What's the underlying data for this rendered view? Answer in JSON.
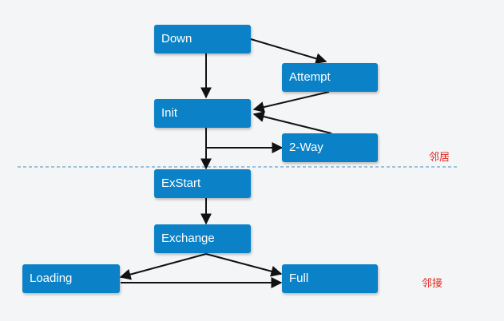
{
  "states": {
    "down": "Down",
    "attempt": "Attempt",
    "init": "Init",
    "two_way": "2-Way",
    "exstart": "ExStart",
    "exchange": "Exchange",
    "loading": "Loading",
    "full": "Full"
  },
  "annotations": {
    "neighbor": "邻居",
    "adjacency": "邻接"
  },
  "colors": {
    "node_fill": "#0b82c8",
    "node_text": "#ffffff",
    "arrow": "#111111",
    "divider": "#7fb0d0",
    "annotation": "#e0281e"
  }
}
